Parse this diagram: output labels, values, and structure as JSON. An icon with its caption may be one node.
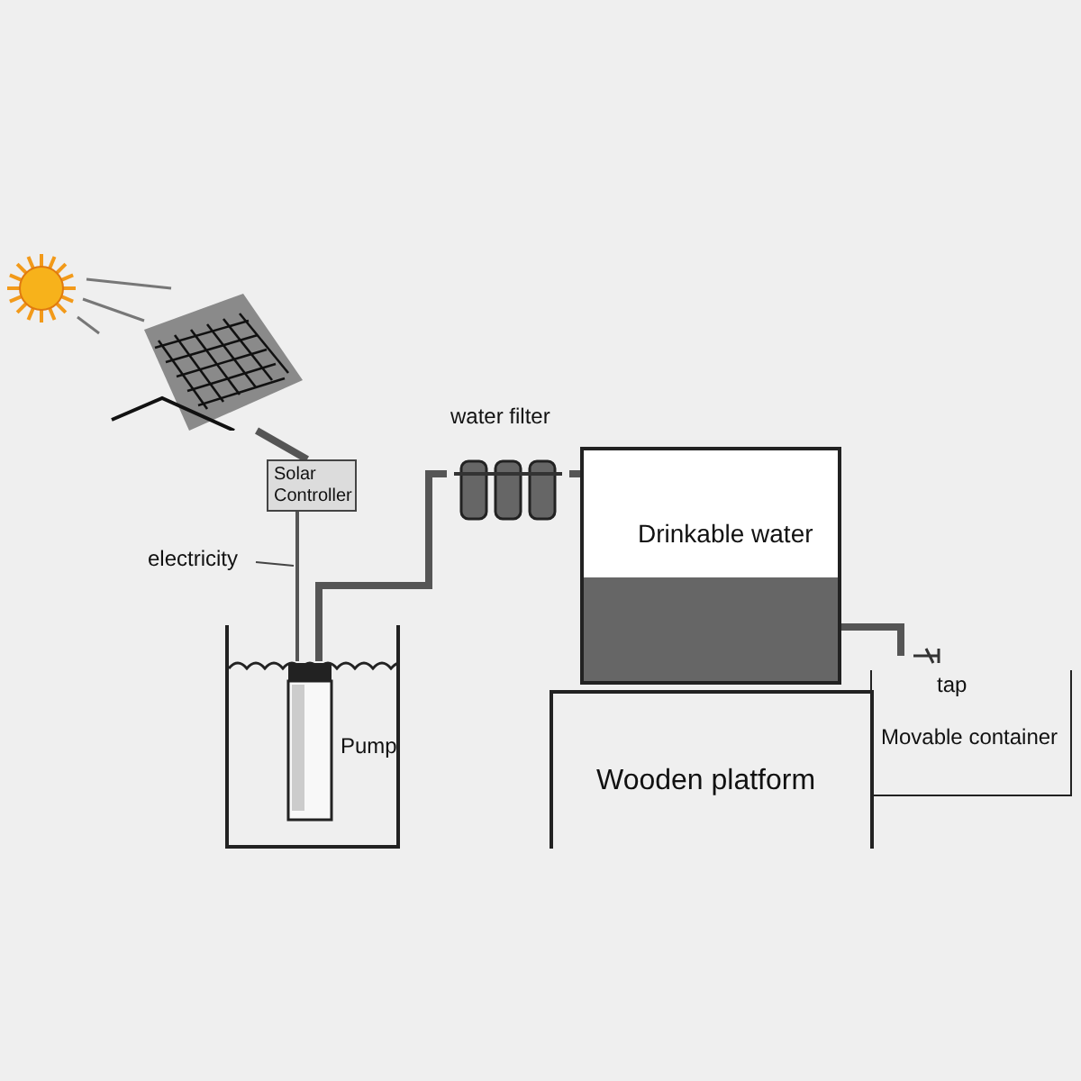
{
  "diagram": {
    "nodes": [
      {
        "text": [],
        "shape": "picture"
      },
      {
        "text": [],
        "shape": "picture"
      },
      {
        "text": [
          "Solar Controller"
        ]
      },
      {
        "text": [],
        "shape": "box"
      },
      {
        "text": [
          "Pump"
        ],
        "in": 3
      },
      {
        "text": [
          "water filter"
        ]
      },
      {
        "text": [
          "Drinkable water"
        ]
      },
      {
        "text": [
          "Wooden platform"
        ]
      },
      {
        "text": [
          "tap"
        ]
      },
      {
        "text": [
          "Movable container"
        ]
      },
      {
        "text": [
          "electricity"
        ]
      }
    ],
    "edges": [
      {
        "from": 1,
        "to": 2,
        "arrow": "none"
      },
      {
        "from": 2,
        "to": 4,
        "arrow": "none"
      },
      {
        "from": 4,
        "to": 5,
        "arrow": "none"
      },
      {
        "from": 5,
        "to": 6,
        "arrow": "none"
      },
      {
        "from": 6,
        "to": 8,
        "arrow": "none"
      },
      {
        "from": 10,
        "to": null,
        "arrow": "none"
      }
    ]
  }
}
